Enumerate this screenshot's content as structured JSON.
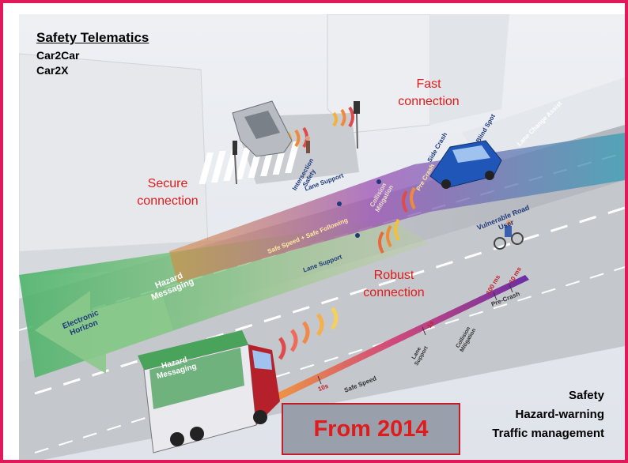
{
  "heading": {
    "title": "Safety Telematics",
    "line1": "Car2Car",
    "line2": "Car2X"
  },
  "callouts": {
    "fast": [
      "Fast",
      "connection"
    ],
    "secure": [
      "Secure",
      "connection"
    ],
    "robust": [
      "Robust",
      "connection"
    ]
  },
  "scene_labels": {
    "intersection_safety": "Intersection Safety",
    "lane_support_top": "Lane Support",
    "collision_mitigation": "Collision Mitigation",
    "pre_crash": "Pre Crash",
    "side_crash": "Side Crash",
    "blind_spot": "Blind Spot",
    "lane_change_assist": "Lane Change Assist",
    "safe_speed_following": "Safe Speed + Safe Following",
    "lane_support_bottom": "Lane Support",
    "vulnerable_road_user": "Vulnerable Road User",
    "hazard_messaging_arrow": "Hazard Messaging",
    "electronic_horizon": "Electronic Horizon",
    "hazard_messaging_truck": "Hazard Messaging",
    "timeline_10ms": "10 ms",
    "timeline_100ms": "100 ms",
    "timeline_pre_crash": "Pre-Crash",
    "timeline_1s": "1s",
    "timeline_collision_mitigation": "Collision Mitigation",
    "timeline_lane_support": "Lane Support",
    "timeline_10s": "10s",
    "timeline_safe_speed": "Safe Speed"
  },
  "legend_bottom_right": {
    "line1": "Safety",
    "line2": "Hazard-warning",
    "line3": "Traffic management"
  },
  "badge": {
    "label": "From 2014"
  },
  "colors": {
    "frame_border": "#e0195a",
    "callout_red": "#e01b1b",
    "badge_bg": "#9aa0ab",
    "road": "#b9bcc1"
  }
}
